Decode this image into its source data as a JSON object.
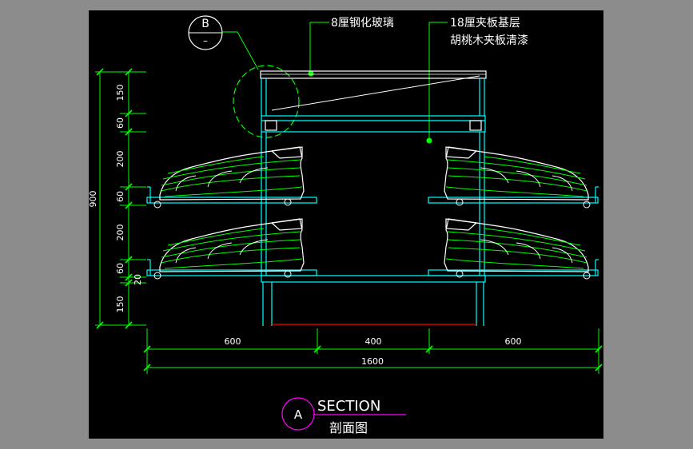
{
  "drawing": {
    "callout_b": {
      "letter": "B",
      "sub": "–"
    },
    "annotations": {
      "glass": "8厘钢化玻璃",
      "board_line1": "18厘夹板基层",
      "board_line2": "胡桃木夹板清漆"
    },
    "vertical_dims": [
      "150",
      "60",
      "200",
      "60",
      "200",
      "60",
      "20",
      "150"
    ],
    "overall_height": "900",
    "horizontal_dims": [
      "600",
      "400",
      "600"
    ],
    "overall_width": "1600",
    "section": {
      "letter": "A",
      "title": "SECTION",
      "subtitle": "剖面图"
    }
  },
  "colors": {
    "background": "#000000",
    "frame": "#00ffff",
    "dimension": "#00ff00",
    "text": "#ffffff",
    "shoe": "#00ff00",
    "section_mark": "#ff00ff",
    "floor_line": "#ff0000"
  }
}
